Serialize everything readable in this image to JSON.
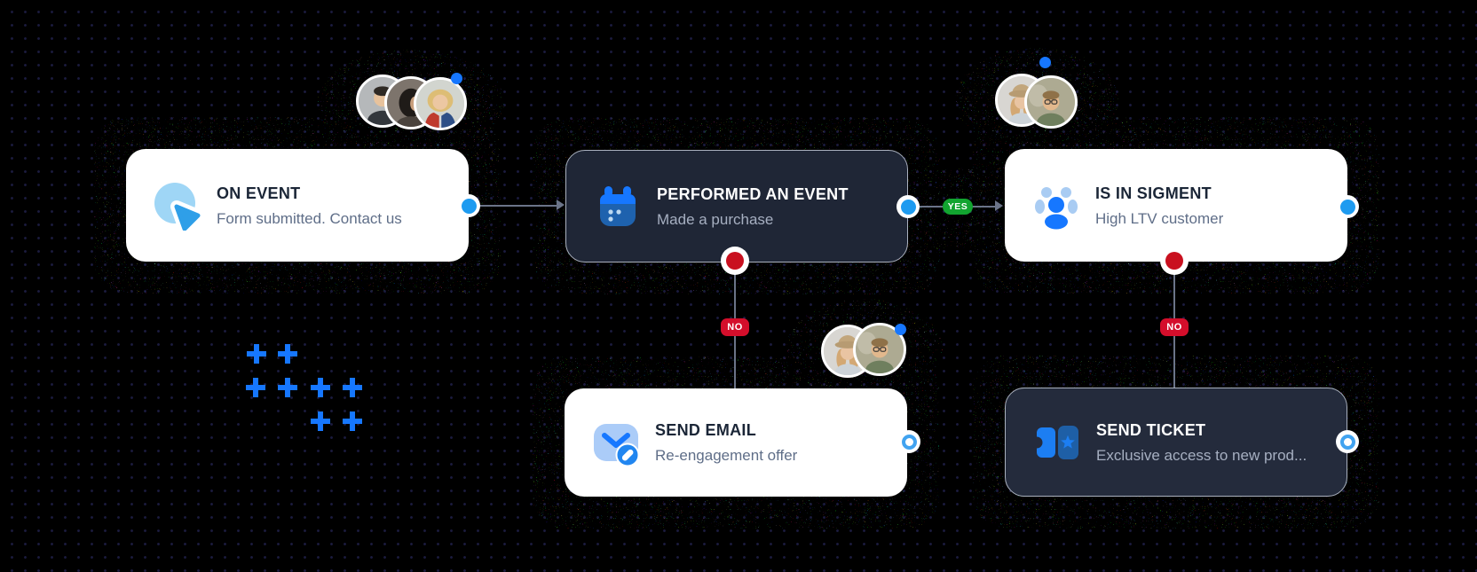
{
  "canvas": {
    "name": "customer-journey-workflow"
  },
  "nodes": [
    {
      "title": "ON EVENT",
      "subtitle": "Form submitted. Contact us",
      "variant": "light",
      "icon": "pointer-click-icon"
    },
    {
      "title": "PERFORMED AN EVENT",
      "subtitle": "Made a purchase",
      "variant": "dark",
      "icon": "calendar-icon"
    },
    {
      "title": "IS IN SIGMENT",
      "subtitle": "High LTV customer",
      "variant": "light",
      "icon": "audience-icon"
    },
    {
      "title": "SEND EMAIL",
      "subtitle": "Re-engagement offer",
      "variant": "light",
      "icon": "email-compose-icon"
    },
    {
      "title": "SEND TICKET",
      "subtitle": "Exclusive access to new prod...",
      "variant": "dark",
      "icon": "ticket-star-icon"
    }
  ],
  "badges": {
    "yes": "YES",
    "no": "NO"
  },
  "avatar_clusters": [
    {
      "position": "above-on-event",
      "count": 3
    },
    {
      "position": "above-is-in-sigment",
      "count": 2
    },
    {
      "position": "above-send-email",
      "count": 2
    }
  ],
  "colors": {
    "background": "#000000",
    "accent_blue": "#1677ff",
    "light_blue": "#9fd6f6",
    "dark_card": "#1f2636",
    "yes_green": "#12a430",
    "no_red": "#d40e2b",
    "handle_blue": "#1e9bf0",
    "handle_red": "#c9101f",
    "connector_gray": "#6b7488"
  }
}
